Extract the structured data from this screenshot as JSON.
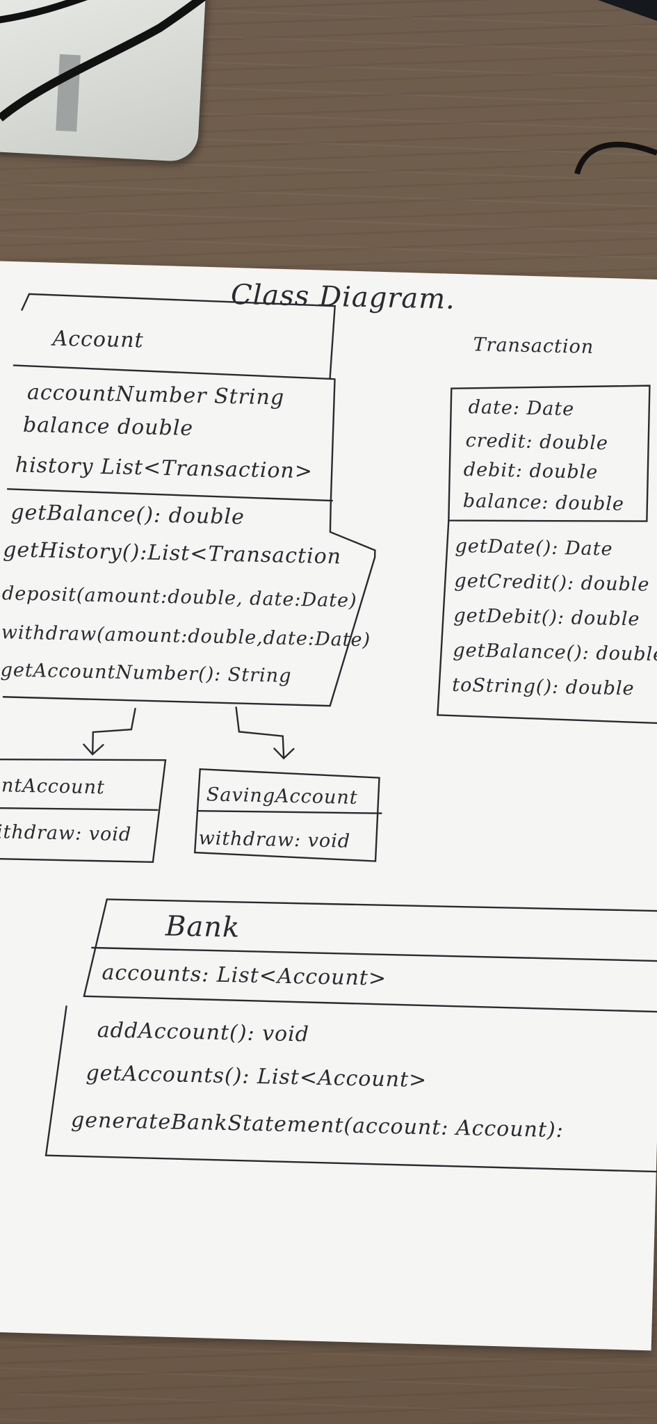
{
  "diagram": {
    "title": "Class Diagram.",
    "classes": {
      "account": {
        "name": "Account",
        "attributes": [
          "accountNumber String",
          "balance double",
          "history List<Transaction>"
        ],
        "methods": [
          "getBalance(): double",
          "getHistory():List<Transaction",
          "deposit(amount:double, date:Date)",
          "withdraw(amount:double,date:Date)",
          "getAccountNumber(): String"
        ]
      },
      "transaction": {
        "name": "Transaction",
        "attributes": [
          "date: Date",
          "credit: double",
          "debit: double",
          "balance: double"
        ],
        "methods": [
          "getDate(): Date",
          "getCredit(): double",
          "getDebit(): double",
          "getBalance(): double",
          "toString(): double"
        ]
      },
      "current_account": {
        "name": "CurrentAccount",
        "methods": [
          "withdraw: void"
        ]
      },
      "saving_account": {
        "name": "SavingAccount",
        "methods": [
          "withdraw: void"
        ]
      },
      "bank": {
        "name": "Bank",
        "attributes": [
          "accounts: List<Account>"
        ],
        "methods": [
          "addAccount(): void",
          "getAccounts(): List<Account>",
          "generateBankStatement(account: Account):"
        ]
      }
    },
    "colors": {
      "ink": "#2a2a30",
      "paper": "#f5f5f3",
      "desk": "#6e5c4c"
    }
  }
}
